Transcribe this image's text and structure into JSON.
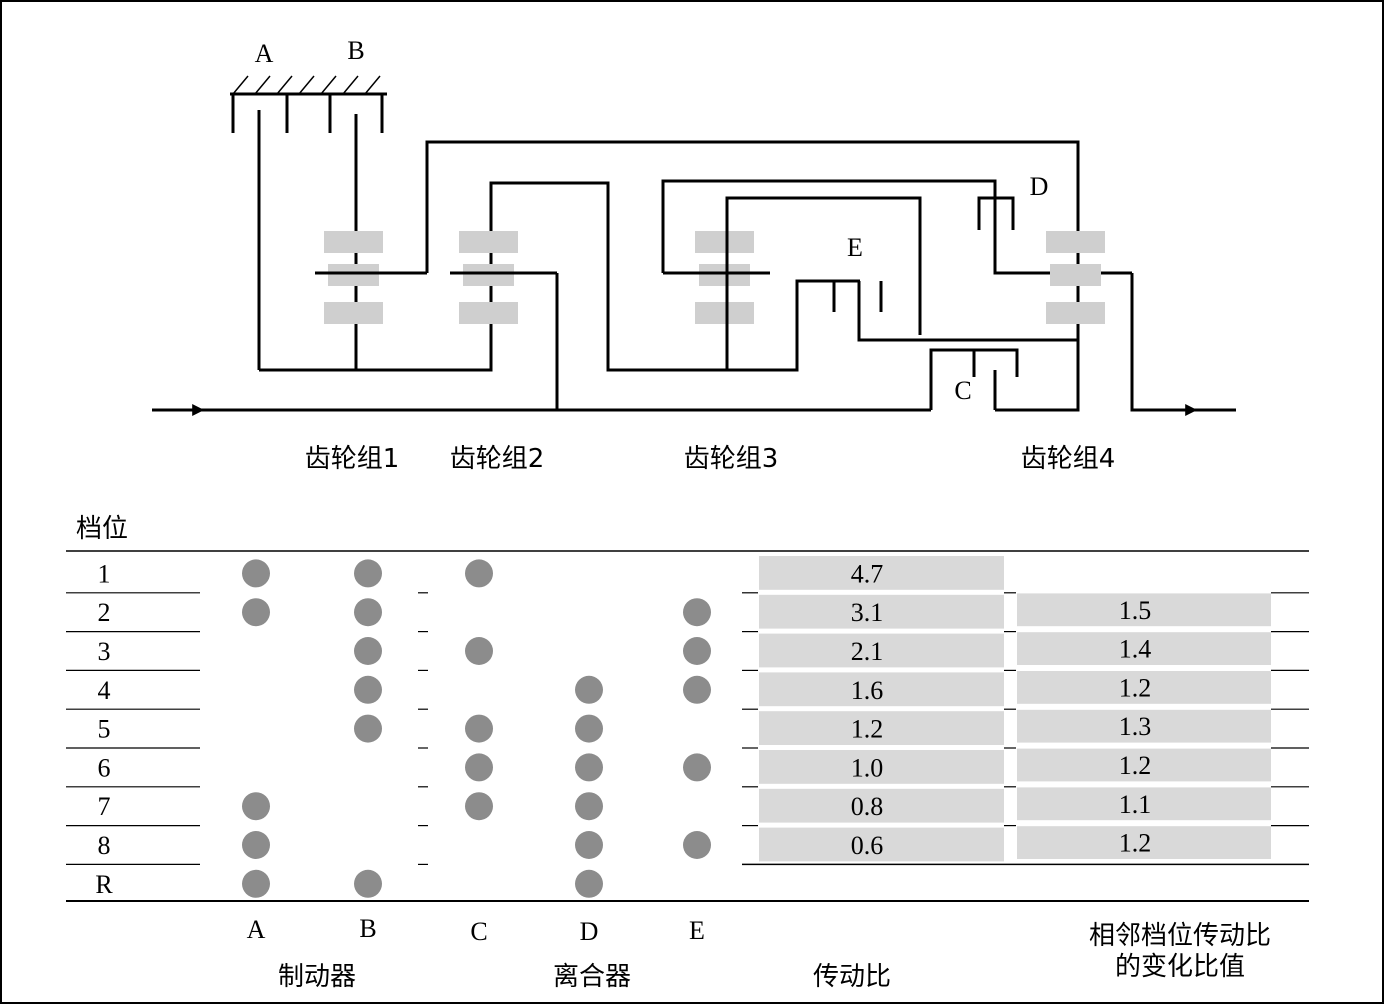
{
  "schematic": {
    "brake_labels": [
      "A",
      "B"
    ],
    "clutch_labels": [
      "C",
      "D",
      "E"
    ],
    "gearset_labels": [
      "齿轮组1",
      "齿轮组2",
      "齿轮组3",
      "齿轮组4"
    ]
  },
  "table": {
    "header": "档位",
    "gears": [
      "1",
      "2",
      "3",
      "4",
      "5",
      "6",
      "7",
      "8",
      "R"
    ],
    "element_columns": [
      "A",
      "B",
      "C",
      "D",
      "E"
    ],
    "engagement": {
      "1": [
        "A",
        "B",
        "C"
      ],
      "2": [
        "A",
        "B",
        "E"
      ],
      "3": [
        "B",
        "C",
        "E"
      ],
      "4": [
        "B",
        "D",
        "E"
      ],
      "5": [
        "B",
        "C",
        "D"
      ],
      "6": [
        "C",
        "D",
        "E"
      ],
      "7": [
        "A",
        "C",
        "D"
      ],
      "8": [
        "A",
        "D",
        "E"
      ],
      "R": [
        "A",
        "B",
        "D"
      ]
    },
    "ratios": [
      "4.7",
      "3.1",
      "2.1",
      "1.6",
      "1.2",
      "1.0",
      "0.8",
      "0.6"
    ],
    "step_ratios": [
      "1.5",
      "1.4",
      "1.2",
      "1.3",
      "1.2",
      "1.1",
      "1.2"
    ],
    "footer": {
      "brakes": "制动器",
      "clutches": "离合器",
      "ratio": "传动比",
      "step_line1": "相邻档位传动比",
      "step_line2": "的变化比值"
    }
  },
  "colors": {
    "line": "#000000",
    "engaged_dot": "#8c8c8c",
    "gear_block": "#cfcfcf",
    "ratio_cell": "#d9d9d9",
    "border": "#000000"
  }
}
